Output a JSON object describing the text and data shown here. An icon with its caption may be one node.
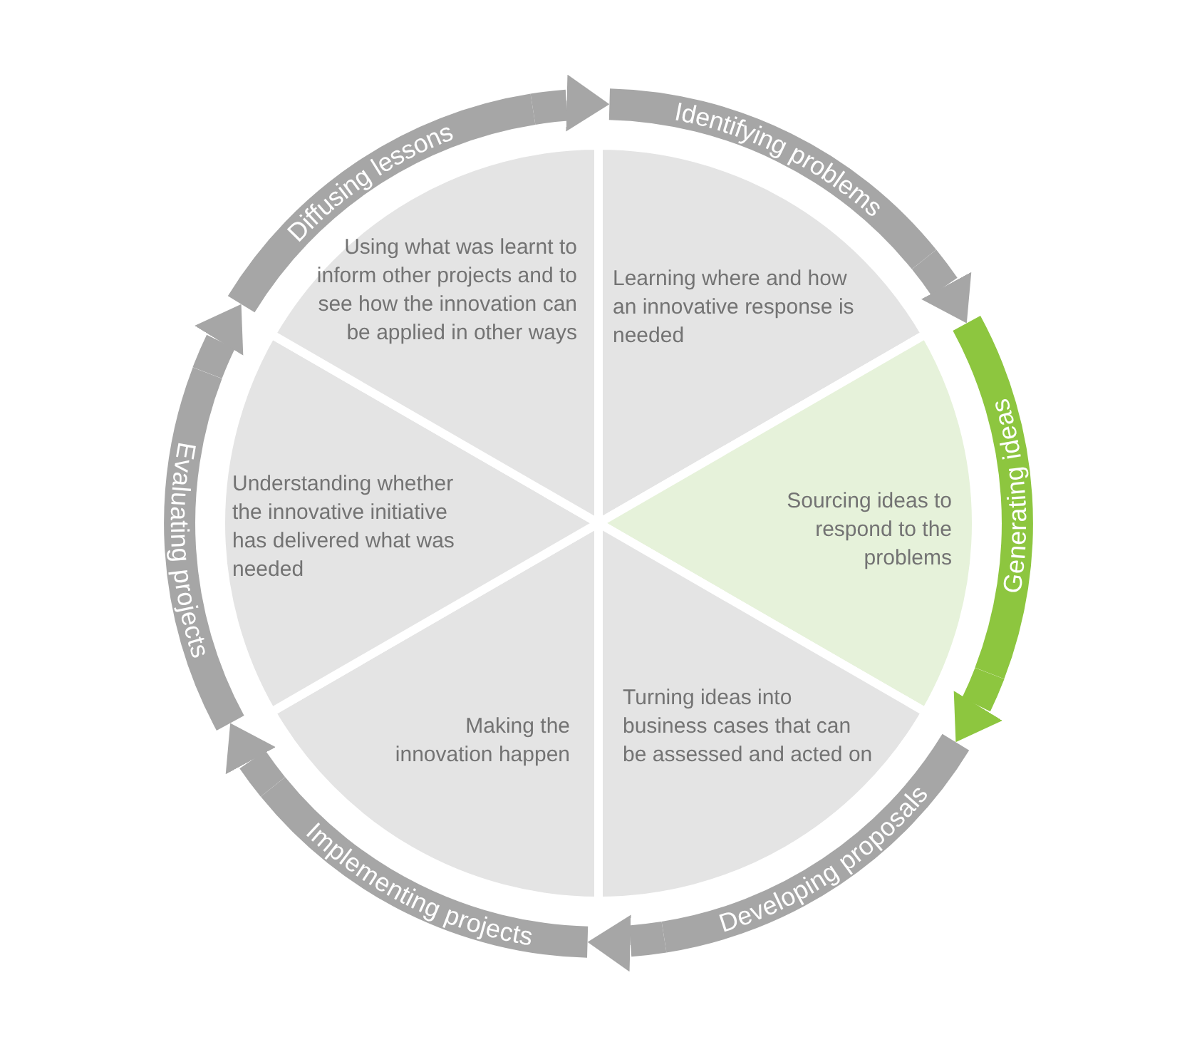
{
  "diagram": {
    "nodes": [
      {
        "text": [
          "Identifying problems"
        ]
      },
      {
        "text": [
          "Learning where and how an innovative  response is needed"
        ]
      },
      {
        "text": [
          "Generating ideas"
        ]
      },
      {
        "text": [
          "Sourcing ideas to respond to the problems"
        ]
      },
      {
        "text": [
          "Developing proposals"
        ]
      },
      {
        "text": [
          "Turning ideas into business cases that can be assessed and acted on"
        ]
      },
      {
        "text": [
          "Implementing projects"
        ]
      },
      {
        "text": [
          "Making the innovation happen"
        ]
      },
      {
        "text": [
          "Evaluating projects"
        ]
      },
      {
        "text": [
          "Understanding whether the innovative initiative has delivered what was needed"
        ]
      },
      {
        "text": [
          "Diffusing lessons"
        ]
      },
      {
        "text": [
          "Using what was learnt to inform other projects and to see how the innovation can be applied in other ways"
        ]
      }
    ],
    "edges": [
      {
        "from": 0,
        "to": 2,
        "arrow": "to"
      },
      {
        "from": 2,
        "to": 4,
        "arrow": "to",
        "color": "#8dc63f"
      },
      {
        "from": 4,
        "to": 6,
        "arrow": "to"
      },
      {
        "from": 6,
        "to": 8,
        "arrow": "to"
      },
      {
        "from": 8,
        "to": 10,
        "arrow": "to"
      },
      {
        "from": 10,
        "to": 0,
        "arrow": "to"
      }
    ]
  }
}
